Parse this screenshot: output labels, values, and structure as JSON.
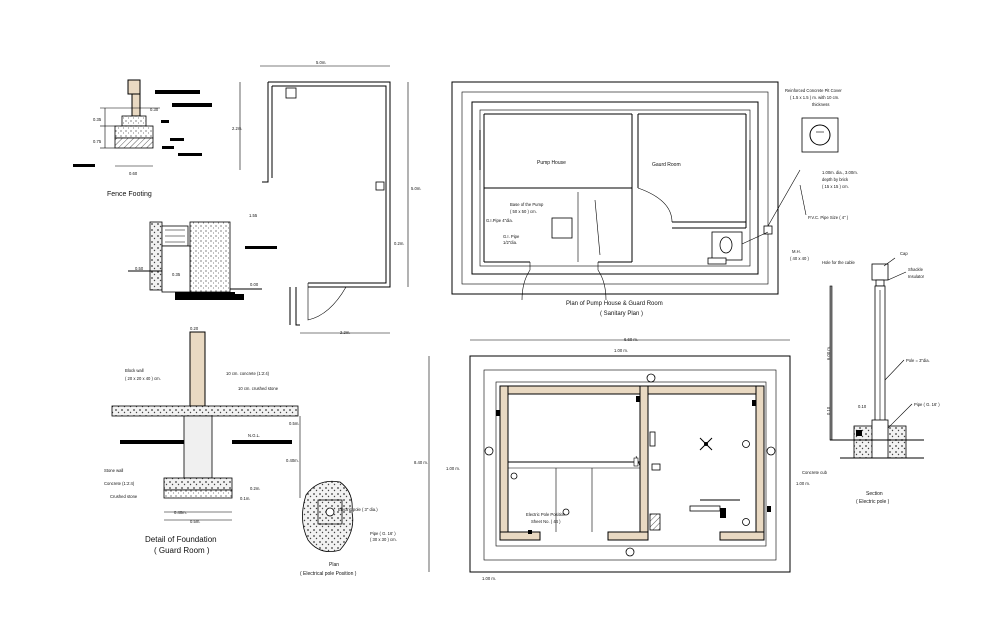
{
  "fence_footing": {
    "title": "Fence Footing",
    "dim_left_top": "0.35",
    "dim_left_bottom": "0.75",
    "dim_right": "0.30",
    "dim_bottom": "0.60"
  },
  "foundation_section_small": {
    "dim_top": "1.55",
    "dim_left": "0.50",
    "dim_mid": "0.35",
    "dim_right": "0.00"
  },
  "room_outline": {
    "dim_top": "5.0m.",
    "dim_left": "2.2m.",
    "dim_right": "5.0m.",
    "dim_inner": "0.2m.",
    "dim_bottom": "2.2m."
  },
  "detail_foundation": {
    "title": "Detail of Foundation",
    "subtitle": "( Guard Room )",
    "top_dim": "0.20",
    "block_wall": "Block wall",
    "block_wall_size": "( 20 x 20 x 40 ) cm.",
    "concrete": "10 cm. concrete (1:2:4)",
    "crushed_stone": "10 cm. crushed stone",
    "ngl": "N.G.L.",
    "dim_right_1": "0.5m.",
    "dim_right_2": "0.40m.",
    "dim_right_3": "0.2m.",
    "dim_right_4": "0.1m.",
    "stone_wall": "Stone wall",
    "concrete_mix": "Concrete (1:2:4)",
    "crushed_stone_2": "Crushed stone",
    "dim_bottom_1": "0.40m.",
    "dim_bottom_2": "0.5m."
  },
  "pole_plan": {
    "label_pole": "Electric pole ( 3\" dia.)",
    "label_pipe": "Pipe ( G. 16' )",
    "label_pipe_size": "( 30 x 30 ) cm.",
    "title": "Plan",
    "subtitle": "( Electrical pole Position )"
  },
  "sanitary_plan": {
    "room_1": "Pump House",
    "room_2": "Gaurd Room",
    "base_label": "Base of the Pump",
    "base_size": "( 50 x 50 ) cm.",
    "gi_pipe_4": "G.I.Pipe 4\"dia.",
    "gi_pipe": "G.I. Pipe",
    "gi_pipe_size": "1/2\"dia.",
    "title": "Plan of Pump House & Guard Room",
    "subtitle": "( Sanitary Plan )",
    "cover_1": "Reinforced Concrete Pit Cover",
    "cover_2": "( 1.5 x 1.5 ) m. with 10 cm.",
    "cover_3": "thickness",
    "pit_1": "1.00m. dia., 3.00m.",
    "pit_2": "depth by brick",
    "pit_3": "( 15 x 15 ) cm.",
    "pvc": "P.V.C. Pipe Size ( 4\" )",
    "mh": "M.H.",
    "mh_size": "( 40 x 40 )"
  },
  "electrical_plan": {
    "dim_top": "6.60 m.",
    "dim_top_inner": "1.00 m.",
    "dim_left": "8.40 m.",
    "dim_left_inner": "1.00 m.",
    "dim_right": "1.00 m.",
    "dim_bottom": "1.00 m.",
    "pole_label_1": "Electric Pole Position",
    "pole_label_2": "Sheet No. ( 44 )"
  },
  "pole_section": {
    "hole": "Hole for the cable",
    "cap": "Cap",
    "shackle_1": "Shackle",
    "shackle_2": "Insulator",
    "pole": "Pole = 3\"dia.",
    "height": "6.00 m.",
    "dim_010": "0.10",
    "dim_side": "0.10",
    "pipe": "Pipe ( G. 16' )",
    "concrete": "Concrete cub",
    "title": "Section",
    "subtitle": "( Electric pole )"
  }
}
